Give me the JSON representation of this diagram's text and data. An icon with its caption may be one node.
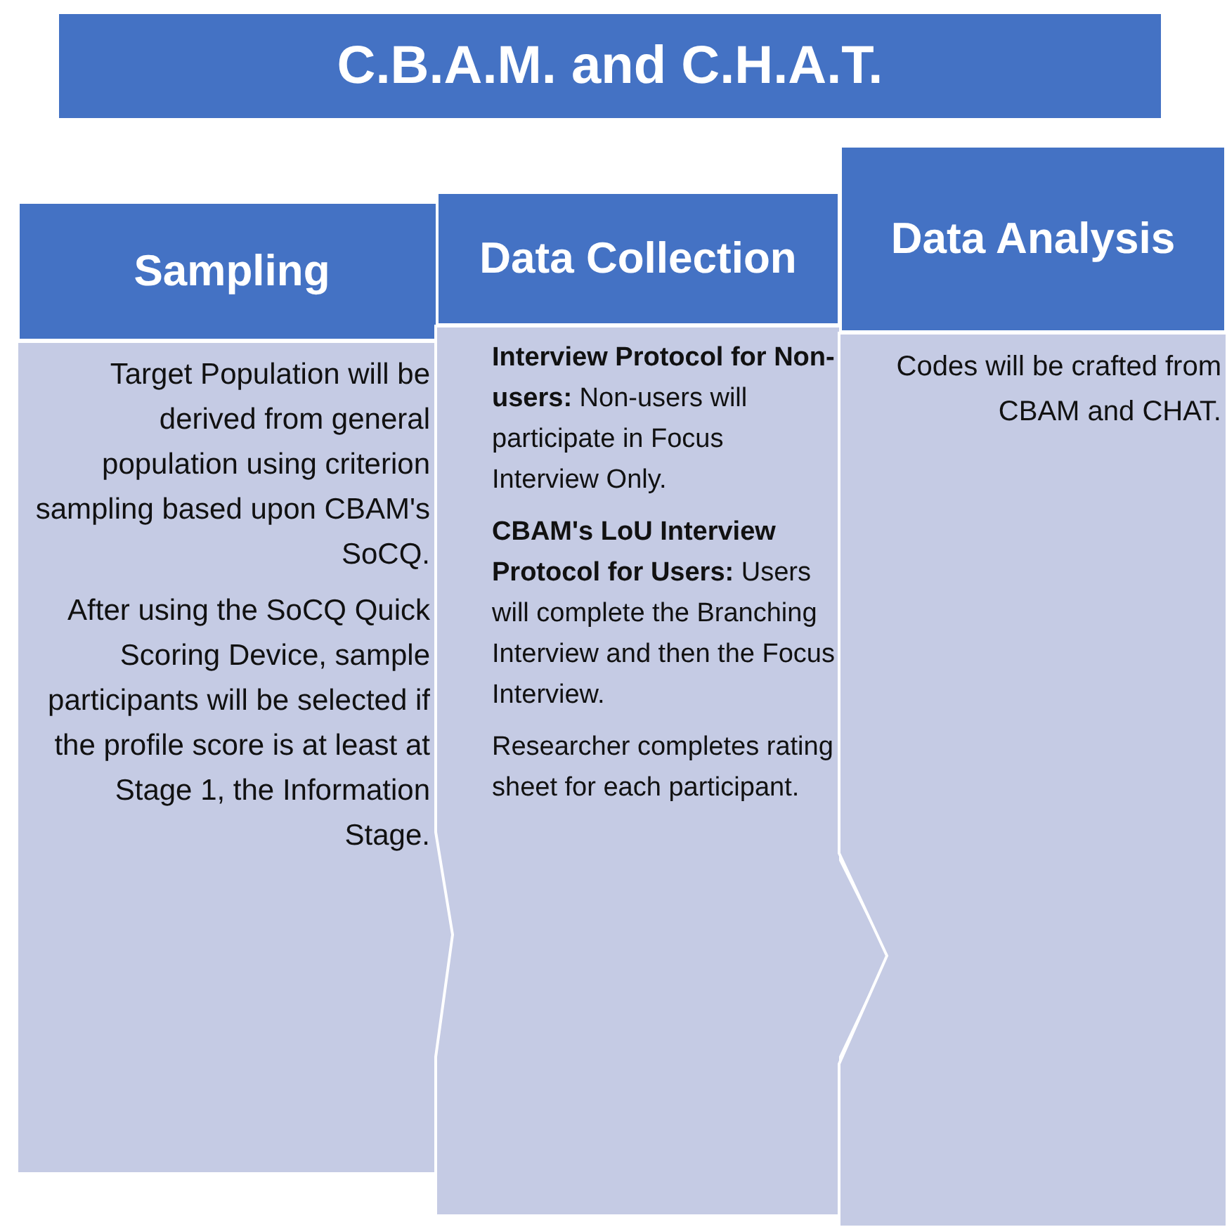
{
  "diagram": {
    "title": "C.B.A.M. and C.H.A.T.",
    "nodes": [
      {
        "text": [
          "Sampling",
          "Target Population will be derived from general population using criterion sampling based upon CBAM's SoCQ.",
          "After using the SoCQ Quick Scoring Device, sample participants will be selected if the profile score is at least at Stage 1, the Information Stage."
        ]
      },
      {
        "text": [
          "Data Collection",
          "**Interview Protocol for Non-users:** Non-users will participate in Focus Interview Only.",
          "**CBAM's LoU Interview Protocol for Users:** Users will complete the Branching Interview and then the Focus Interview.",
          "Researcher completes rating sheet for each participant."
        ]
      },
      {
        "text": [
          "Data Analysis",
          "Codes will be crafted from CBAM and CHAT."
        ]
      }
    ]
  }
}
